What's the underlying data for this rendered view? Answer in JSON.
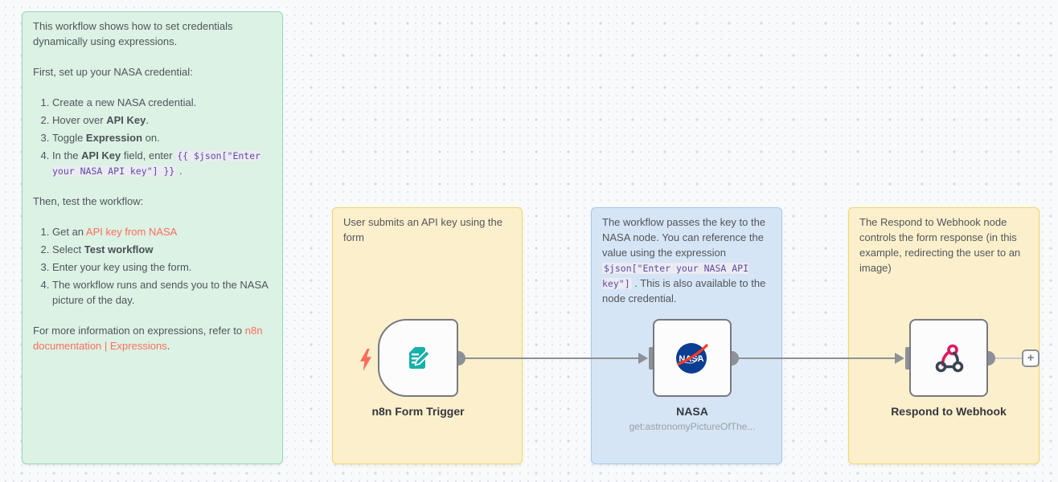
{
  "sticky_instructions": {
    "p1": "This workflow shows how to set credentials dynamically using expressions.",
    "p2": "First, set up your NASA credential:",
    "list1": [
      {
        "text": "Create a new NASA credential."
      },
      {
        "pre": "Hover over ",
        "bold": "API Key",
        "post": "."
      },
      {
        "pre": "Toggle ",
        "bold": "Expression",
        "post": " on."
      },
      {
        "pre": "In the ",
        "bold": "API Key",
        "mid": " field, enter ",
        "code": "{{ $json[\"Enter your NASA API key\"] }}",
        "post": " ."
      }
    ],
    "p3": "Then, test the workflow:",
    "list2": [
      {
        "pre": "Get an ",
        "link": "API key from NASA"
      },
      {
        "pre": "Select ",
        "bold": "Test workflow"
      },
      {
        "text": "Enter your key using the form."
      },
      {
        "text": "The workflow runs and sends you to the NASA picture of the day."
      }
    ],
    "p4_pre": "For more information on expressions, refer to ",
    "p4_link": "n8n documentation | Expressions",
    "p4_post": "."
  },
  "sticky_form": {
    "text": "User submits an API key using the form"
  },
  "sticky_nasa": {
    "pre": "The workflow passes the key to the NASA node. You can reference the value using the expression ",
    "code": "$json[\"Enter your NASA API key\"]",
    "post": " . This is also available to the node credential."
  },
  "sticky_webhook": {
    "text": "The Respond to Webhook node controls the form response (in this example, redirecting the user to an image)"
  },
  "nodes": {
    "form_trigger": {
      "label": "n8n Form Trigger"
    },
    "nasa": {
      "label": "NASA",
      "sublabel": "get:astronomyPictureOfThe...",
      "logo_text": "NASA"
    },
    "respond_webhook": {
      "label": "Respond to Webhook"
    }
  },
  "plus_button": {
    "label": "+"
  },
  "icons": {
    "lightning_bolt": "trigger-bolt",
    "form_pencil": "form-document-with-pencil",
    "nasa_logo": "nasa-meatball-logo",
    "webhook": "webhook-glyph",
    "plus": "plus-sign"
  },
  "colors": {
    "sticky_green_bg": "#dbf2e5",
    "sticky_green_border": "#96d8b6",
    "sticky_yellow_bg": "#fcf0cc",
    "sticky_yellow_border": "#f2d768",
    "sticky_blue_bg": "#d6e5f5",
    "sticky_blue_border": "#a3c7ec",
    "link": "#ff6d5a",
    "inline_code": "#5e4ba5",
    "connector": "#8d9096",
    "connector_faint": "#c6c9d1",
    "trigger_bolt": "#ff6d5a",
    "form_icon": "#18b1aa",
    "nasa_blue": "#0b3d91",
    "nasa_red": "#fc3d21",
    "webhook_dark": "#3a4450",
    "webhook_pink": "#e0175b"
  }
}
